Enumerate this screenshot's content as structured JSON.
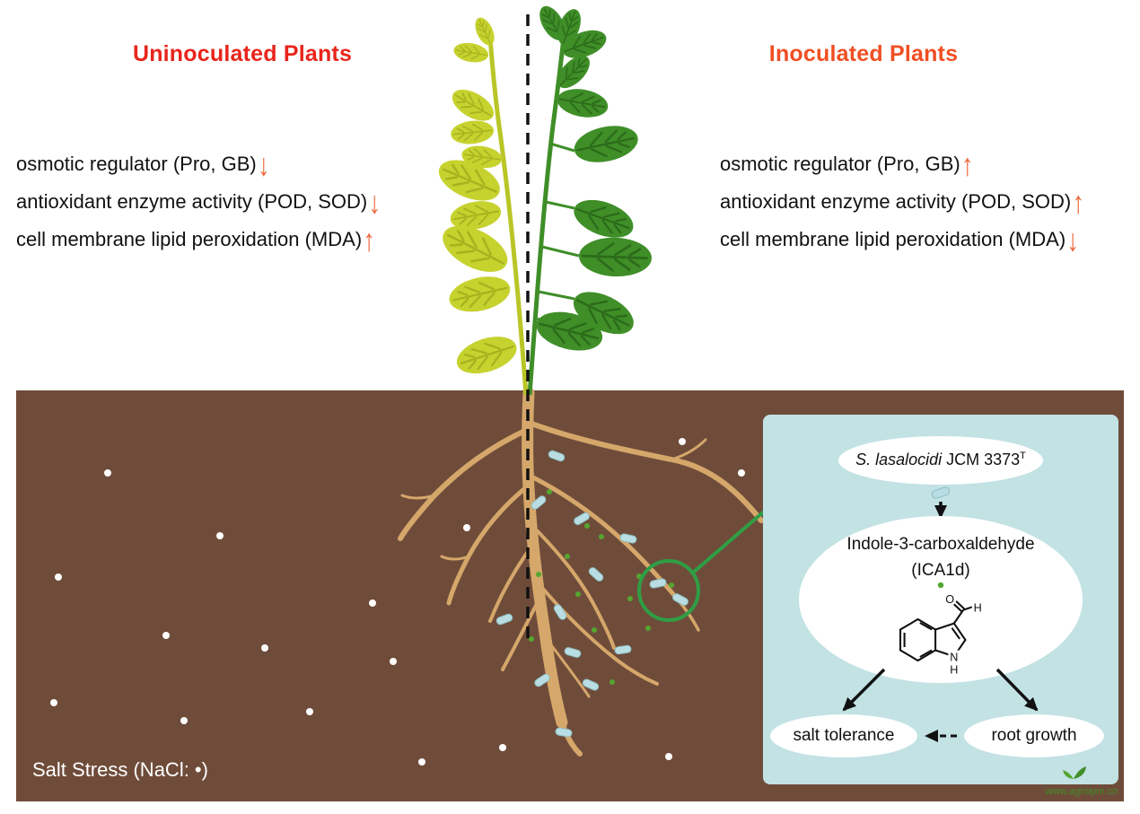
{
  "titles": {
    "left": "Uninoculated Plants",
    "right": "Inoculated Plants"
  },
  "annotations": {
    "left": [
      {
        "text": "osmotic regulator (Pro, GB)",
        "arrow": "↓"
      },
      {
        "text": "antioxidant enzyme activity (POD, SOD)",
        "arrow": "↓"
      },
      {
        "text": "cell membrane lipid peroxidation (MDA)",
        "arrow": "↑"
      }
    ],
    "right": [
      {
        "text": "osmotic regulator (Pro, GB)",
        "arrow": "↑"
      },
      {
        "text": "antioxidant enzyme activity (POD, SOD)",
        "arrow": "↑"
      },
      {
        "text": "cell membrane lipid peroxidation (MDA)",
        "arrow": "↓"
      }
    ]
  },
  "soil": {
    "salt_label": "Salt Stress (NaCl: •)"
  },
  "inset": {
    "species_italic": "S. lasalocidi",
    "species_rest": " JCM 3373",
    "species_sup": "T",
    "compound_line1": "Indole-3-carboxaldehyde",
    "compound_line2": "(ICA1d)",
    "molecule": {
      "o": "O",
      "h": "H",
      "n": "N",
      "nh": "H"
    },
    "outcome_left": "salt tolerance",
    "outcome_right": "root growth"
  },
  "watermark": {
    "url": "www.agroipm.cn"
  },
  "colors": {
    "title_left": "#e8251c",
    "title_right": "#f04f23",
    "arrow": "#ee6a3f",
    "soil": "#6f4c3a",
    "root": "#d5a76a",
    "bacteria": "#b9dde2",
    "inset_bg": "#c2e2e4",
    "leaf_yellow": "#c6d22e",
    "leaf_yellow_vein": "#a6b31f",
    "stem_yellow": "#b9c626",
    "leaf_green": "#3f8e28",
    "leaf_green_vein": "#2c6b1a",
    "accent_green": "#2f9e44",
    "metabolite_green": "#55a630"
  }
}
